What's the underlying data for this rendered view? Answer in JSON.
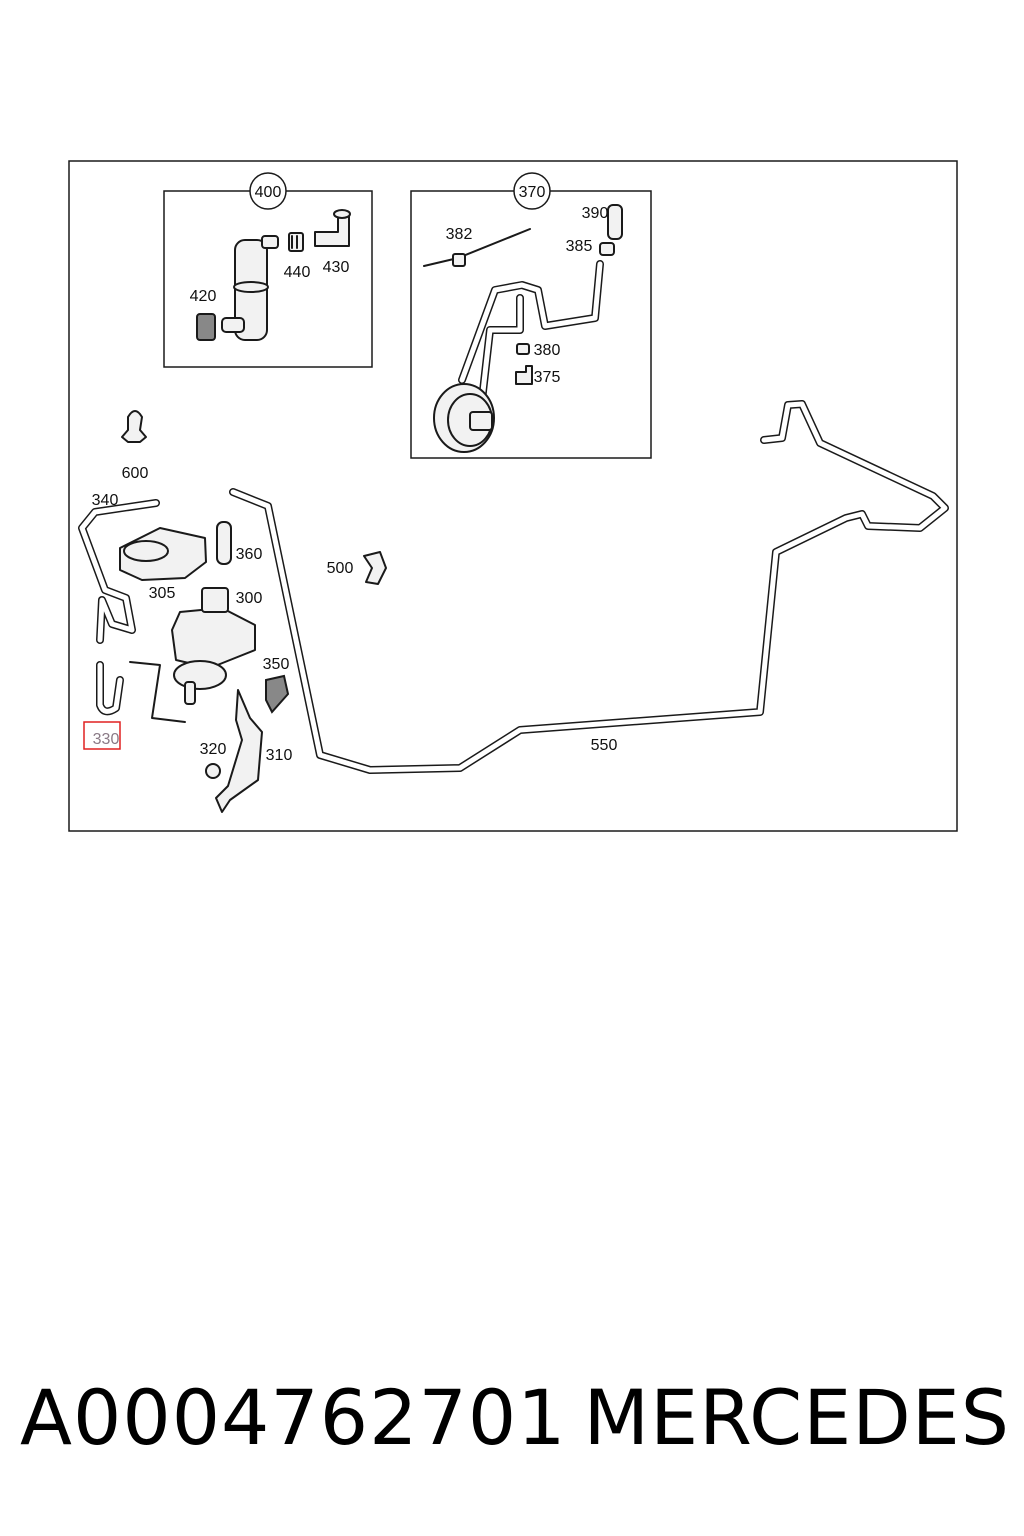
{
  "callouts": {
    "group_400": "400",
    "group_370": "370",
    "p420": "420",
    "p440": "440",
    "p430": "430",
    "p382": "382",
    "p390": "390",
    "p385": "385",
    "p380": "380",
    "p375": "375",
    "p600": "600",
    "p340": "340",
    "p360": "360",
    "p305": "305",
    "p300": "300",
    "p500": "500",
    "p350": "350",
    "p330": "330",
    "p320": "320",
    "p310": "310",
    "p550": "550"
  },
  "highlight": {
    "part": "330",
    "color": "#e02020"
  },
  "footer": {
    "part_number": "A0004762701",
    "brand": "MERCEDES"
  }
}
